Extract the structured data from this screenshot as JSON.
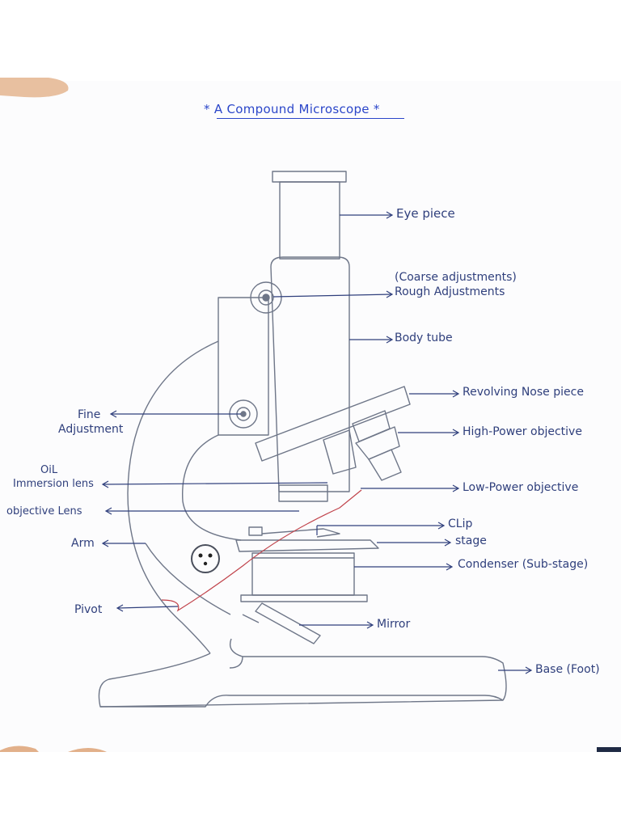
{
  "title": "* A Compound Microscope *",
  "labels": {
    "eye_piece": "Eye piece",
    "coarse_adjustments": "(Coarse adjustments)",
    "rough_adjustments": "Rough Adjustments",
    "body_tube": "Body tube",
    "revolving_nose_piece": "Revolving Nose piece",
    "high_power_objective": "High-Power objective",
    "fine_adjustment_1": "Fine",
    "fine_adjustment_2": "Adjustment",
    "oil_immersion_1": "OiL",
    "oil_immersion_2": "Immersion lens",
    "low_power_objective": "Low-Power objective",
    "objective_lens": "objective Lens",
    "clip": "CLip",
    "stage": "stage",
    "arm": "Arm",
    "condenser": "Condenser (Sub-stage)",
    "pivot": "Pivot",
    "mirror": "Mirror",
    "base": "Base (Foot)"
  },
  "colors": {
    "ink": "#2f3f7c",
    "title_ink": "#2b46c9",
    "line": "#6e7688",
    "pointer_line": "#c0424a"
  }
}
